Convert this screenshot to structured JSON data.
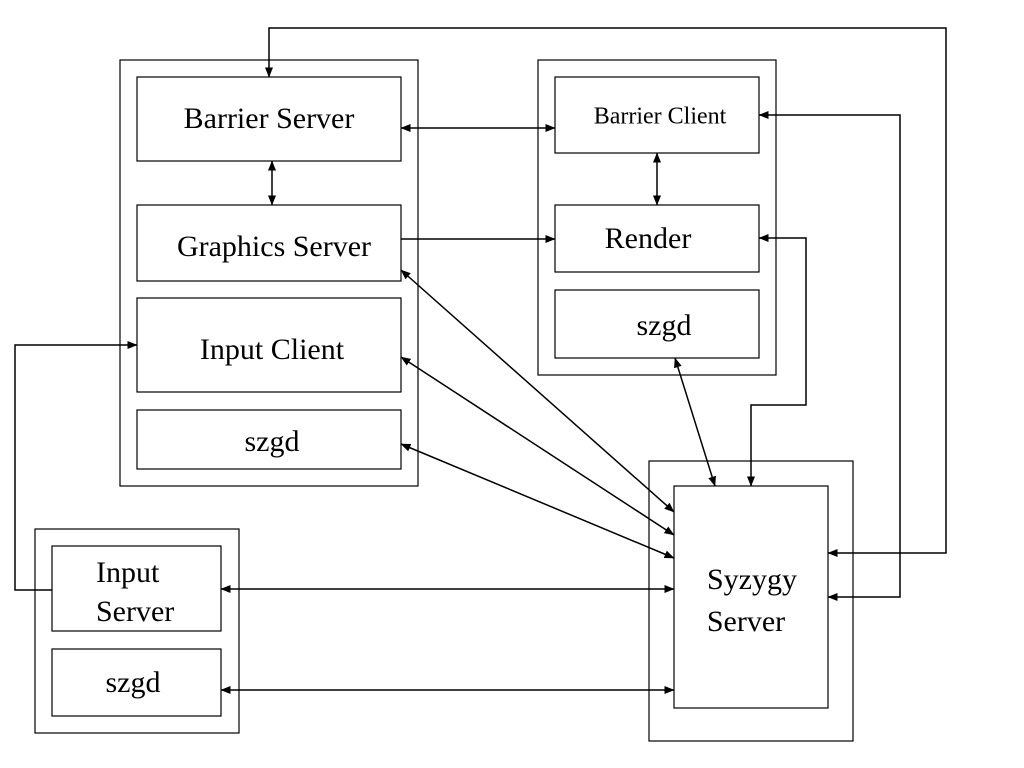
{
  "nodes": {
    "barrier_server": "Barrier Server",
    "graphics_server": "Graphics Server",
    "input_client": "Input Client",
    "szgd_left": "szgd",
    "barrier_client": "Barrier Client",
    "render": "Render",
    "szgd_right": "szgd",
    "input_server_line1": "Input",
    "input_server_line2": "Server",
    "szgd_bottom": "szgd",
    "syzygy_line1": "Syzygy",
    "syzygy_line2": "Server"
  }
}
